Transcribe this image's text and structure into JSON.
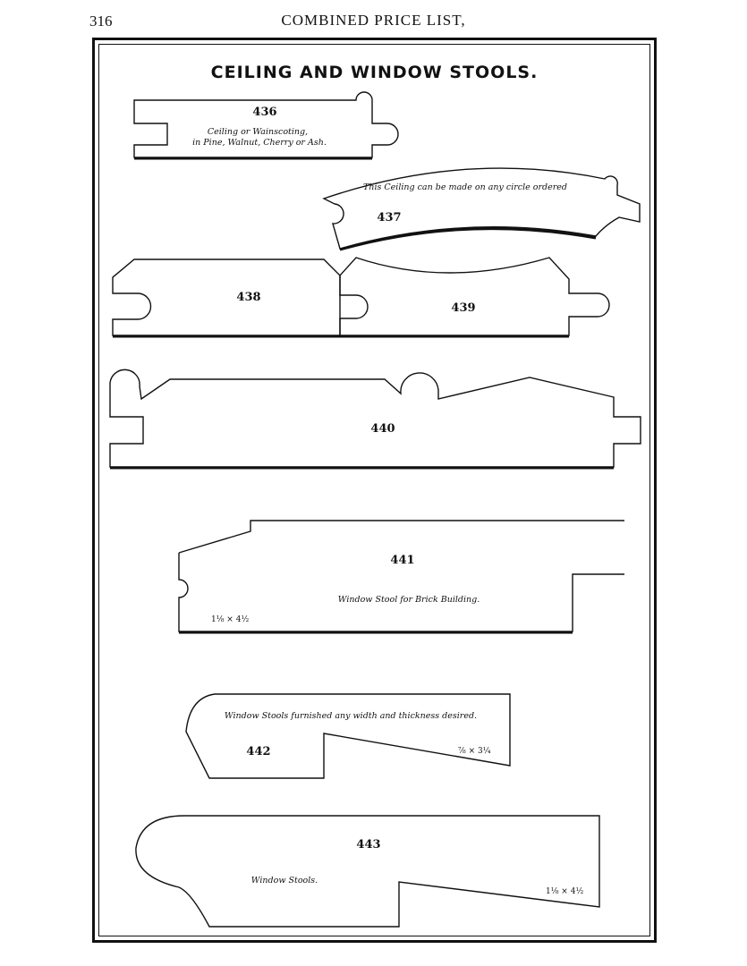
{
  "header": {
    "page_number": "316",
    "running_title": "COMBINED PRICE LIST,"
  },
  "plate": {
    "title": "CEILING AND WINDOW STOOLS."
  },
  "items": [
    {
      "number": "436",
      "caption_line1": "Ceiling or Wainscoting,",
      "caption_line2": "in Pine, Walnut, Cherry or Ash."
    },
    {
      "number": "437",
      "caption": "This Ceiling can be made on any circle ordered"
    },
    {
      "number": "438"
    },
    {
      "number": "439"
    },
    {
      "number": "440"
    },
    {
      "number": "441",
      "caption": "Window Stool for Brick Building.",
      "dimension": "1⅛ × 4½"
    },
    {
      "number": "442",
      "caption": "Window Stools furnished any width and thickness desired.",
      "dimension": "⅞ × 3¼"
    },
    {
      "number": "443",
      "caption": "Window Stools.",
      "dimension": "1⅛ × 4½"
    }
  ]
}
